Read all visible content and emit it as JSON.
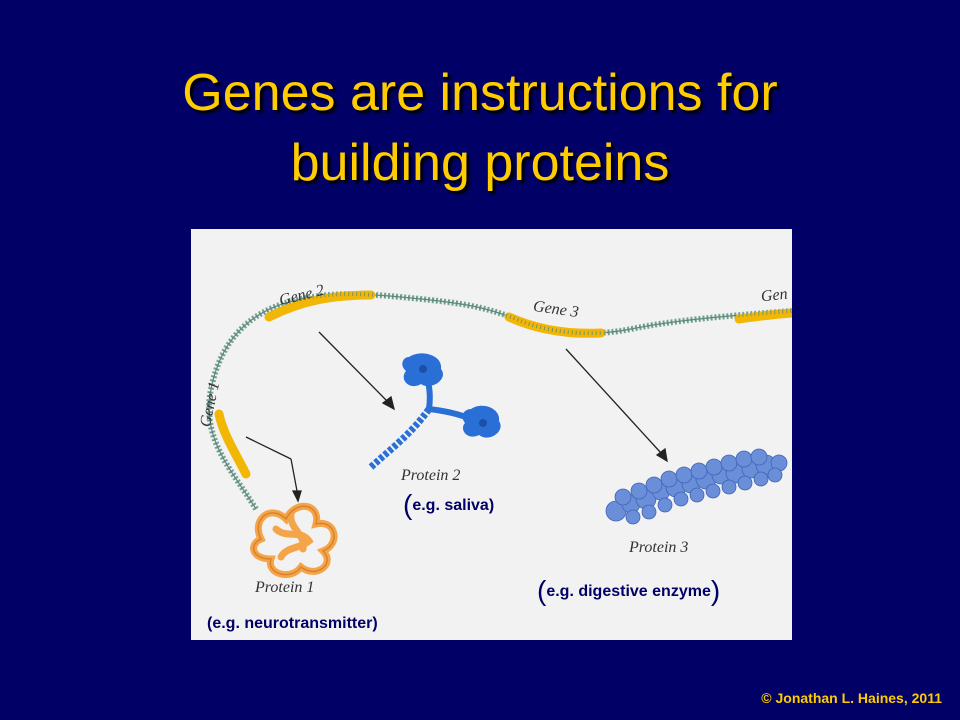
{
  "slide": {
    "title_line1": "Genes are instructions for",
    "title_line2": "building proteins"
  },
  "figure": {
    "genes": [
      "Gene 1",
      "Gene 2",
      "Gene 3",
      "Gen"
    ],
    "proteins": [
      "Protein 1",
      "Protein 2",
      "Protein 3"
    ],
    "examples": {
      "protein1": "(e.g. neurotransmitter)",
      "protein2_paren_open": "(",
      "protein2_text": "e.g. saliva",
      "protein2_paren_close": ")",
      "protein3_paren_open": "(",
      "protein3_text": "e.g. digestive enzyme",
      "protein3_paren_close": ")"
    }
  },
  "footer": {
    "copyright": "© Jonathan L. Haines, 2011"
  },
  "colors": {
    "background": "#000066",
    "title": "#ffcc00",
    "gene_highlight": "#f2b705",
    "dna_strand": "#7fa89a",
    "protein1": "#f4a54a",
    "protein2": "#2a6fd6",
    "protein3": "#6a8fd8",
    "example_text": "#000066"
  },
  "icons": [
    "dna-strand-icon",
    "folded-protein-icon",
    "antibody-protein-icon",
    "globular-protein-icon",
    "arrow-icon"
  ]
}
